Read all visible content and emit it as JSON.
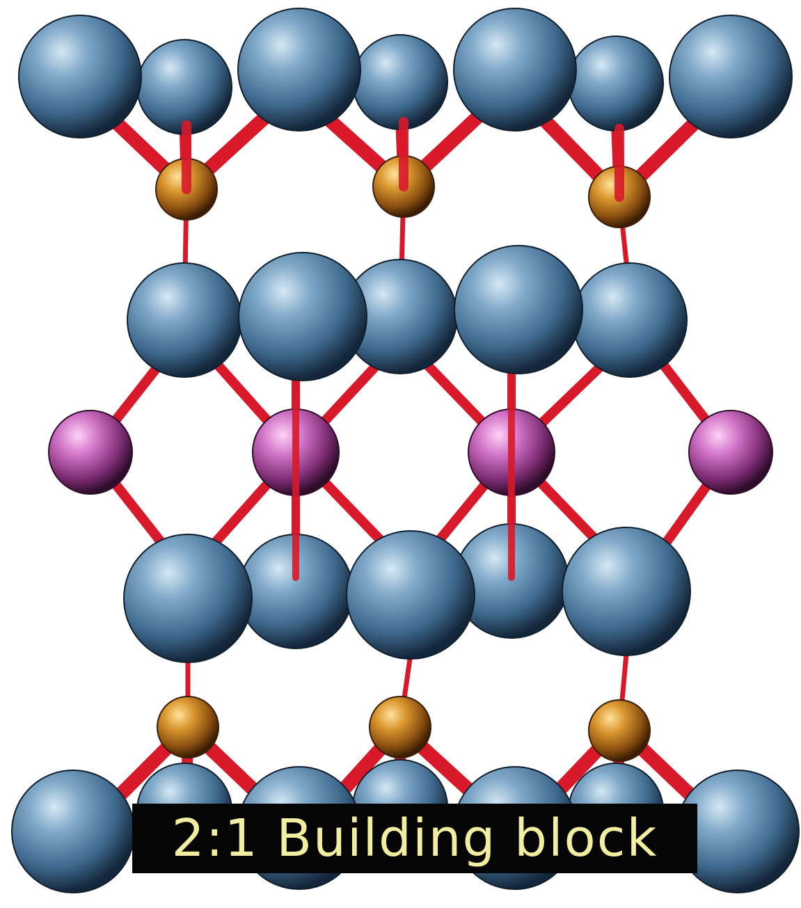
{
  "caption": {
    "text": "2:1 Building block",
    "text_color": "#f2eea0",
    "background_color": "#050505"
  },
  "colors": {
    "bond": "#d8192a",
    "oxygen_atom": "#5f8fb7",
    "tetrahedral_atom": "#c98826",
    "octahedral_atom": "#c56bbd",
    "background": "#ffffff"
  },
  "atom_kinds": {
    "oxygen": "oxygen-atom",
    "tetrahedral": "tetrahedral-atom",
    "octahedral": "octahedral-atom"
  }
}
